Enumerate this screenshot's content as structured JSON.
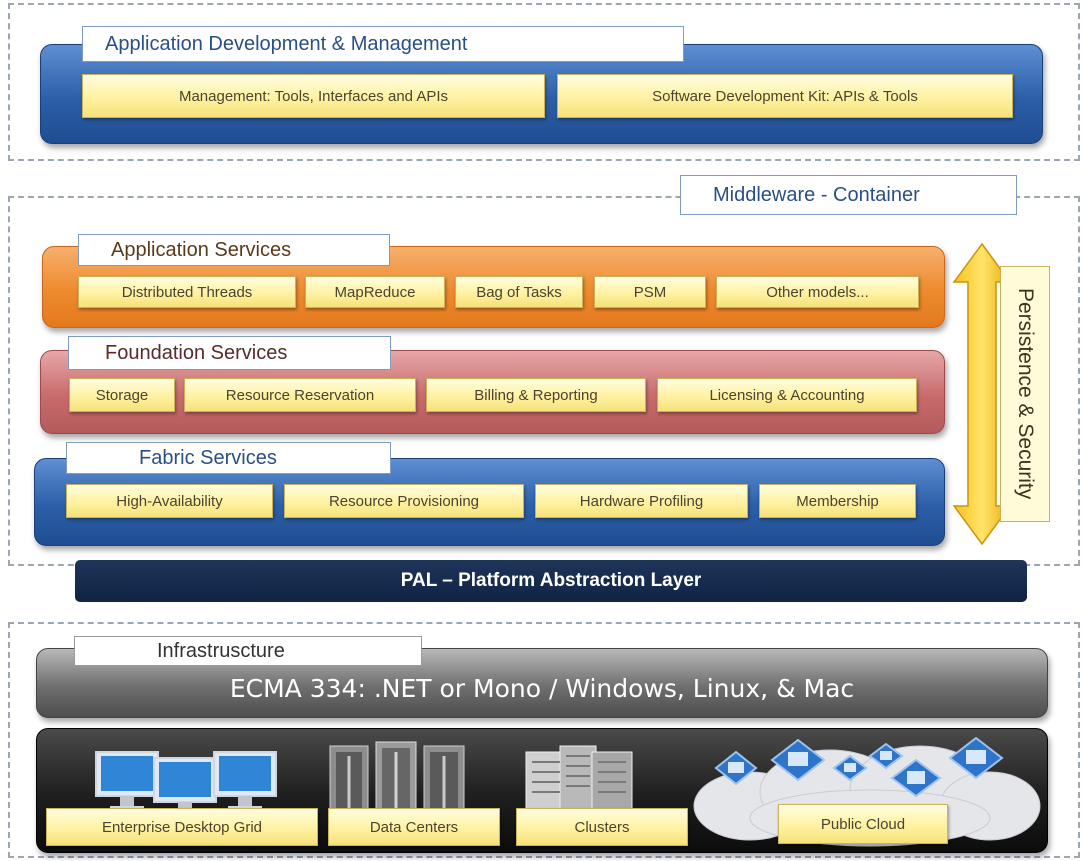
{
  "top": {
    "title": "Application Development & Management",
    "items": [
      "Management: Tools, Interfaces and APIs",
      "Software Development Kit: APIs & Tools"
    ]
  },
  "middleware": {
    "title": "Middleware - Container",
    "application_services": {
      "title": "Application Services",
      "items": [
        "Distributed Threads",
        "MapReduce",
        "Bag of Tasks",
        "PSM",
        "Other models..."
      ]
    },
    "foundation_services": {
      "title": "Foundation Services",
      "items": [
        "Storage",
        "Resource Reservation",
        "Billing & Reporting",
        "Licensing & Accounting"
      ]
    },
    "fabric_services": {
      "title": "Fabric Services",
      "items": [
        "High-Availability",
        "Resource Provisioning",
        "Hardware Profiling",
        "Membership"
      ]
    },
    "persistence_label": "Persistence & Security",
    "pal": "PAL – Platform Abstraction Layer"
  },
  "infrastructure": {
    "title": "Infrastruscture",
    "runtime": "ECMA 334: .NET or Mono / Windows, Linux, & Mac",
    "resources": [
      "Enterprise Desktop Grid",
      "Data Centers",
      "Clusters",
      "Public Cloud"
    ]
  },
  "colors": {
    "blue_layer": "#2c5fa8",
    "orange_layer": "#ee8a2f",
    "red_layer": "#c86b6c",
    "yellow_box": "#fff3a6",
    "pal_bar": "#0f2344"
  },
  "icons": [
    "desktop-monitors-icon",
    "server-racks-icon",
    "cluster-servers-icon",
    "cloud-network-icon"
  ]
}
